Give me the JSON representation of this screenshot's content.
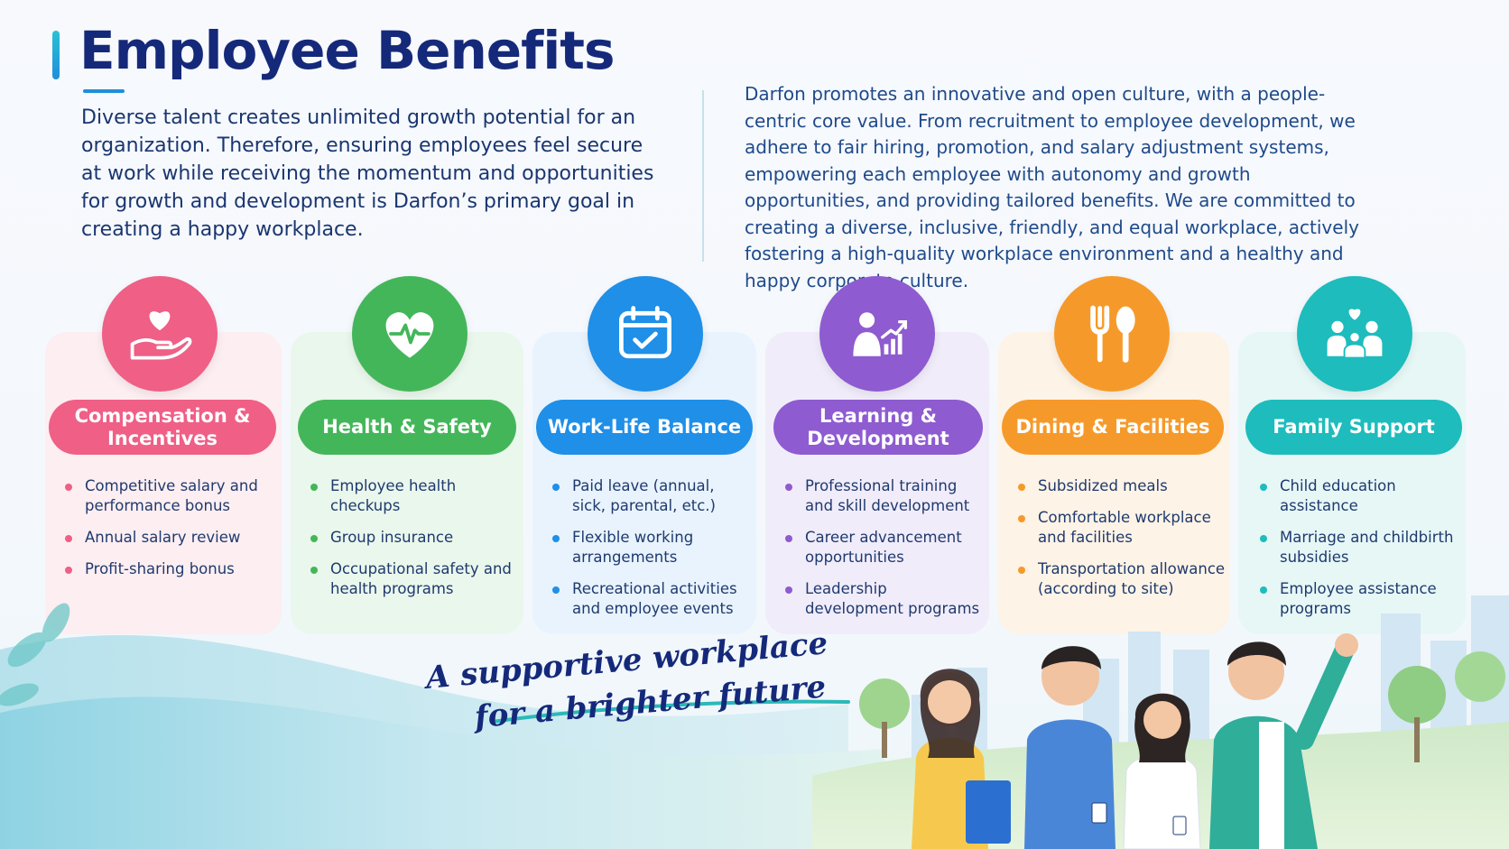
{
  "header": {
    "title": "Employee Benefits"
  },
  "intro": {
    "left": "Diverse talent creates unlimited growth potential for an organization. Therefore, ensuring employees feel secure at work while receiving the momentum and opportunities for growth and development is Darfon’s primary goal in creating a happy workplace.",
    "right": "Darfon promotes an innovative and open culture, with a people-centric core value. From recruitment to employee development, we adhere to fair hiring, promotion, and salary adjustment systems, empowering each employee with autonomy and growth opportunities, and providing tailored benefits. We are committed to creating a diverse, inclusive, friendly, and equal workplace, actively fostering a high-quality workplace environment and a healthy and happy corporate culture."
  },
  "colors": {
    "compensation": "#ef5f86",
    "health": "#44b65a",
    "worklife": "#1f8fe8",
    "learning": "#8e5bd0",
    "dining": "#f59a2a",
    "family": "#1ebcbc"
  },
  "benefits": [
    {
      "title": "Compensation & Incentives",
      "icon": "heart-hand-icon",
      "items": [
        "Competitive salary and performance bonus",
        "Annual salary review",
        "Profit-sharing bonus"
      ]
    },
    {
      "title": "Health & Safety",
      "icon": "heartbeat-icon",
      "items": [
        "Employee health checkups",
        "Group insurance",
        "Occupational safety and health programs"
      ]
    },
    {
      "title": "Work-Life Balance",
      "icon": "calendar-check-icon",
      "items": [
        "Paid leave (annual, sick, parental, etc.)",
        "Flexible working arrangements",
        "Recreational activities and employee events"
      ]
    },
    {
      "title": "Learning & Development",
      "icon": "growth-chart-icon",
      "items": [
        "Professional training and skill development",
        "Career advancement opportunities",
        "Leadership development programs"
      ]
    },
    {
      "title": "Dining & Facilities",
      "icon": "fork-spoon-icon",
      "items": [
        "Subsidized meals",
        "Comfortable workplace and facilities",
        "Transportation allowance (according to site)"
      ]
    },
    {
      "title": "Family Support",
      "icon": "family-icon",
      "items": [
        "Child education assistance",
        "Marriage and childbirth subsidies",
        "Employee assistance programs"
      ]
    }
  ],
  "slogan": {
    "line1": "A supportive workplace",
    "line2": "for a brighter future"
  }
}
